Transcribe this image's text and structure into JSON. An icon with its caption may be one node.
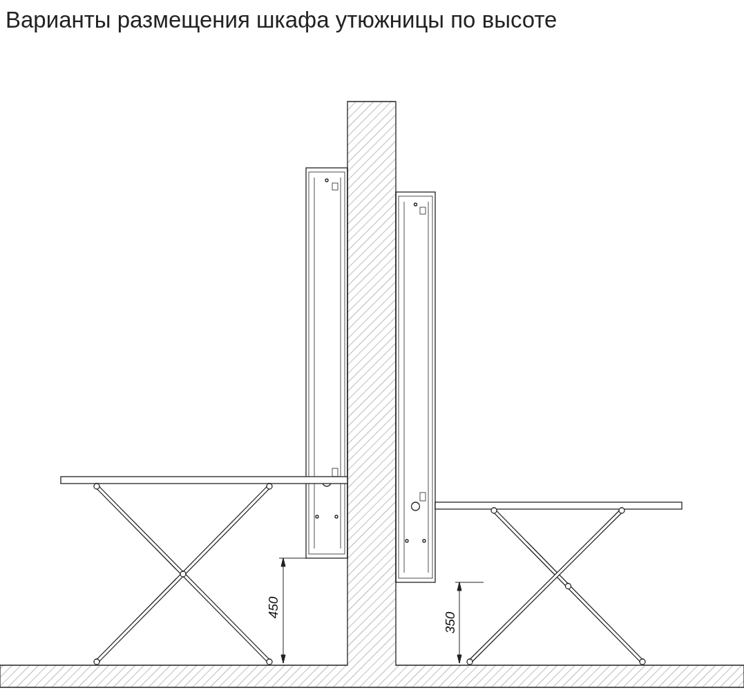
{
  "diagram": {
    "title": "Варианты размещения шкафа утюжницы по высоте",
    "labels": [
      "450",
      "350"
    ]
  }
}
